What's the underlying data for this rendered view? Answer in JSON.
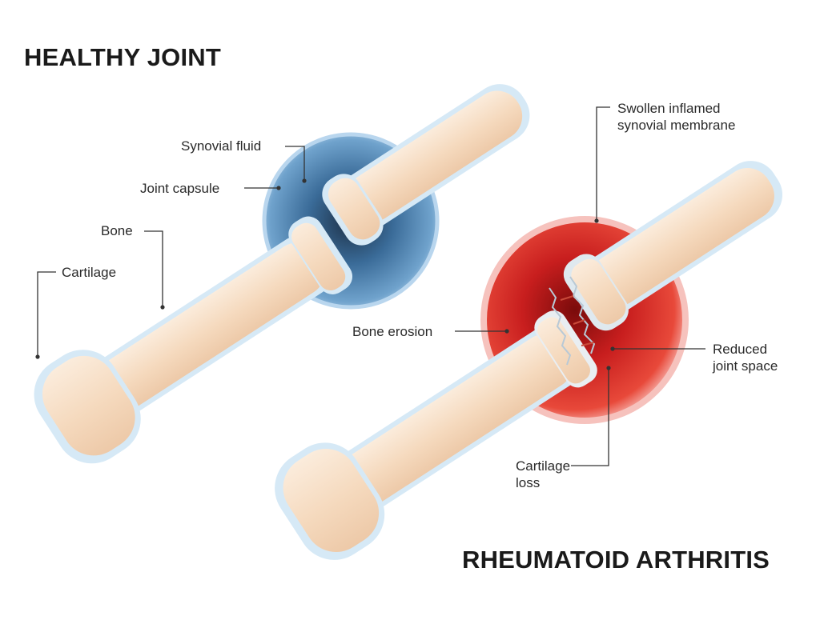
{
  "titles": {
    "healthy": "HEALTHY JOINT",
    "ra": "RHEUMATOID ARTHRITIS"
  },
  "labels": {
    "synovial_fluid": "Synovial fluid",
    "joint_capsule": "Joint capsule",
    "bone": "Bone",
    "cartilage": "Cartilage",
    "swollen_membrane": [
      "Swollen inflamed",
      "synovial membrane"
    ],
    "bone_erosion": "Bone erosion",
    "reduced_joint_space": [
      "Reduced",
      "joint space"
    ],
    "cartilage_loss": [
      "Cartilage",
      "loss"
    ]
  },
  "colors": {
    "bone": "#f6dcc3",
    "bone_highlight": "#fbecdc",
    "cartilage": "#d6e9f6",
    "healthy_capsule": "#3e6f9e",
    "inflamed_membrane": "#c81e1e",
    "leader_line": "#333333"
  }
}
